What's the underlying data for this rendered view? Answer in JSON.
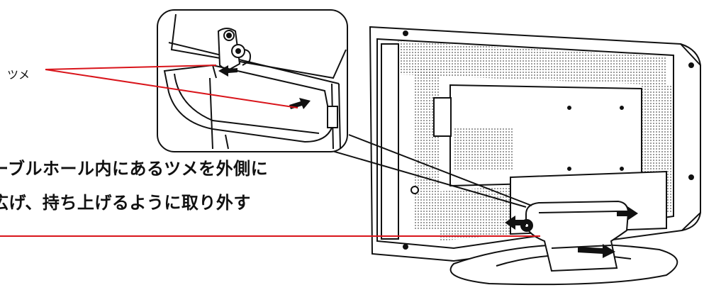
{
  "callout_label": "ツメ",
  "caption_lines": [
    "ーブルホール内にあるツメを外側に",
    "広げ、持ち上げるように取り外す"
  ],
  "colors": {
    "leader_line": "#d9151b",
    "ink": "#111111",
    "panel_fill": "#ffffff",
    "dot_pattern": "#555555"
  }
}
